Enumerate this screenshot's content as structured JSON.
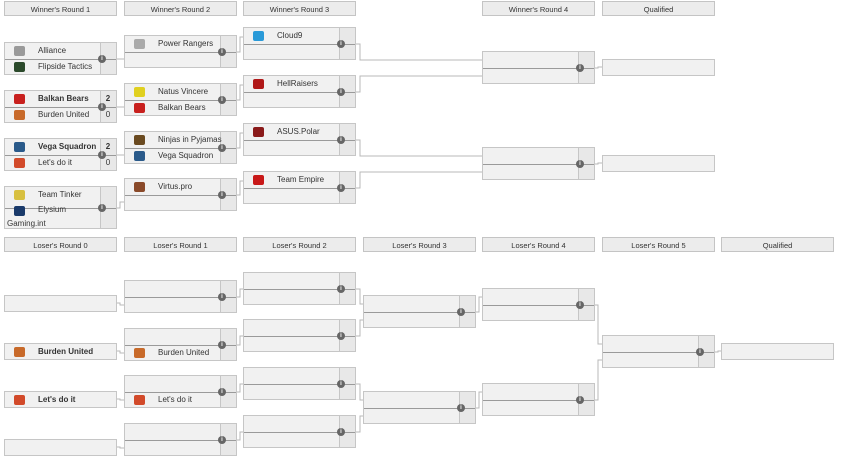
{
  "headers_winners": [
    "Winner's Round 1",
    "Winner's Round 2",
    "Winner's Round 3",
    "Winner's Round 4",
    "Qualified"
  ],
  "headers_losers": [
    "Loser's Round 0",
    "Loser's Round 1",
    "Loser's Round 2",
    "Loser's Round 3",
    "Loser's Round 4",
    "Loser's Round 5",
    "Qualified"
  ],
  "info_icon": "i",
  "winners": [
    [
      {
        "teams": [
          {
            "name": "Alliance",
            "logo": "alliance-logo",
            "color": "#9a9a9a"
          },
          {
            "name": "Flipside Tactics",
            "logo": "flipside-logo",
            "color": "#2b4a2b"
          }
        ]
      },
      {
        "teams": [
          {
            "name": "Balkan Bears",
            "logo": "balkan-bears-logo",
            "color": "#c8201e",
            "score": "2",
            "winner": true
          },
          {
            "name": "Burden United",
            "logo": "burden-united-logo",
            "color": "#c86a2a",
            "score": "0"
          }
        ]
      },
      {
        "teams": [
          {
            "name": "Vega Squadron",
            "logo": "vega-logo",
            "color": "#2a5a8a",
            "score": "2",
            "winner": true
          },
          {
            "name": "Let's do it",
            "logo": "dota-logo",
            "color": "#d24a2a",
            "score": "0"
          }
        ]
      },
      {
        "teams": [
          {
            "name": "Team Tinker",
            "logo": "tinker-logo",
            "color": "#d8c040"
          },
          {
            "name": "Elysium Gaming.int",
            "logo": "elysium-logo",
            "color": "#1a3a6a"
          }
        ]
      }
    ],
    [
      {
        "teams": [
          {
            "name": "Power Rangers",
            "logo": "power-rangers-logo",
            "color": "#aaaaaa"
          },
          {
            "name": ""
          }
        ]
      },
      {
        "teams": [
          {
            "name": "Natus Vincere",
            "logo": "navi-logo",
            "color": "#e0d020"
          },
          {
            "name": "Balkan Bears",
            "logo": "balkan-bears-logo",
            "color": "#c8201e"
          }
        ]
      },
      {
        "teams": [
          {
            "name": "Ninjas in Pyjamas",
            "logo": "nip-logo",
            "color": "#6a4a20"
          },
          {
            "name": "Vega Squadron",
            "logo": "vega-logo",
            "color": "#2a5a8a"
          }
        ]
      },
      {
        "teams": [
          {
            "name": "Virtus.pro",
            "logo": "virtus-pro-logo",
            "color": "#8a4a2a"
          },
          {
            "name": ""
          }
        ]
      }
    ],
    [
      {
        "teams": [
          {
            "name": "Cloud9",
            "logo": "cloud9-logo",
            "color": "#2a9ad8"
          },
          {
            "name": ""
          }
        ]
      },
      {
        "teams": [
          {
            "name": "HellRaisers",
            "logo": "hellraisers-logo",
            "color": "#b01818"
          },
          {
            "name": ""
          }
        ]
      },
      {
        "teams": [
          {
            "name": "ASUS.Polar",
            "logo": "asus-polar-logo",
            "color": "#8a1a1a"
          },
          {
            "name": ""
          }
        ]
      },
      {
        "teams": [
          {
            "name": "Team Empire",
            "logo": "team-empire-logo",
            "color": "#c81818"
          },
          {
            "name": ""
          }
        ]
      }
    ],
    [
      {
        "teams": [
          {
            "name": ""
          },
          {
            "name": ""
          }
        ]
      },
      {
        "teams": [
          {
            "name": ""
          },
          {
            "name": ""
          }
        ]
      }
    ]
  ],
  "losers": [
    [
      {
        "name": ""
      },
      {
        "name": "Burden United",
        "logo": "burden-united-logo",
        "color": "#c86a2a",
        "winner": true
      },
      {
        "name": "Let's do it",
        "logo": "dota-logo",
        "color": "#d24a2a",
        "winner": true
      },
      {
        "name": ""
      }
    ],
    [
      {
        "teams": [
          {
            "name": ""
          },
          {
            "name": ""
          }
        ]
      },
      {
        "teams": [
          {
            "name": ""
          },
          {
            "name": "Burden United",
            "logo": "burden-united-logo",
            "color": "#c86a2a"
          }
        ]
      },
      {
        "teams": [
          {
            "name": ""
          },
          {
            "name": "Let's do it",
            "logo": "dota-logo",
            "color": "#d24a2a"
          }
        ]
      },
      {
        "teams": [
          {
            "name": ""
          },
          {
            "name": ""
          }
        ]
      }
    ],
    [
      {
        "teams": [
          {
            "name": ""
          },
          {
            "name": ""
          }
        ]
      },
      {
        "teams": [
          {
            "name": ""
          },
          {
            "name": ""
          }
        ]
      },
      {
        "teams": [
          {
            "name": ""
          },
          {
            "name": ""
          }
        ]
      },
      {
        "teams": [
          {
            "name": ""
          },
          {
            "name": ""
          }
        ]
      }
    ],
    [
      {
        "teams": [
          {
            "name": ""
          },
          {
            "name": ""
          }
        ]
      },
      {
        "teams": [
          {
            "name": ""
          },
          {
            "name": ""
          }
        ]
      }
    ],
    [
      {
        "teams": [
          {
            "name": ""
          },
          {
            "name": ""
          }
        ]
      },
      {
        "teams": [
          {
            "name": ""
          },
          {
            "name": ""
          }
        ]
      }
    ],
    [
      {
        "teams": [
          {
            "name": ""
          },
          {
            "name": ""
          }
        ]
      }
    ]
  ]
}
